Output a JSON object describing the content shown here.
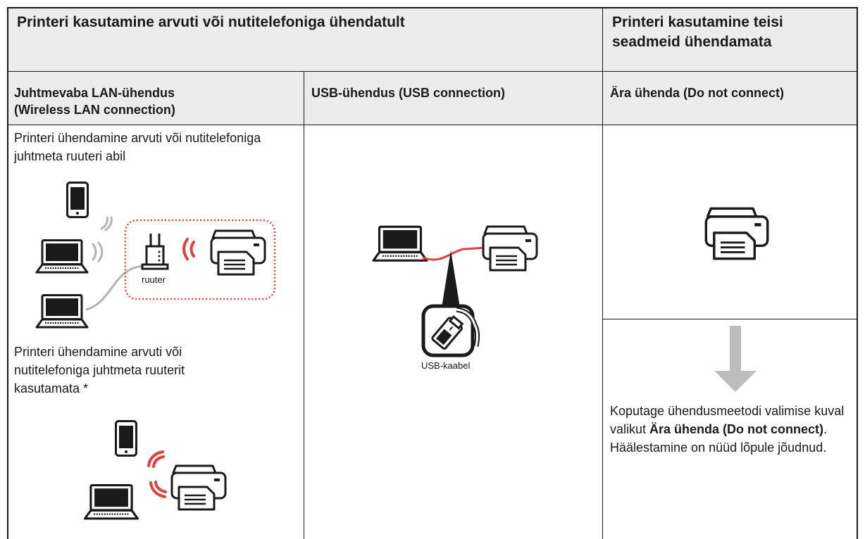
{
  "header": {
    "connected_title": "Printeri kasutamine arvuti või nutitelefoniga ühendatult",
    "not_connected_title": "Printeri kasutamine teisi seadmeid ühendamata"
  },
  "columns": {
    "wireless": {
      "title_line1": "Juhtmevaba LAN-ühendus",
      "title_line2": "(Wireless LAN connection)",
      "router_text": "Printeri ühendamine arvuti või nutitelefoniga juhtmeta ruuteri abil",
      "router_label": "ruuter",
      "direct_text": "Printeri ühendamine arvuti või nutitelefoniga juhtmeta ruuterit kasutamata *"
    },
    "usb": {
      "title": "USB-ühendus (USB connection)",
      "cable_label": "USB-kaabel"
    },
    "none": {
      "title": "Ära ühenda (Do not connect)",
      "instruction_pre": "Koputage ühendusmeetodi valimise kuval valikut ",
      "instruction_bold": "Ära ühenda (Do not connect)",
      "instruction_post": ". Häälestamine on nüüd lõpule jõudnud."
    }
  },
  "colors": {
    "header_bg": "#ececec",
    "accent_red": "#e0433f",
    "wave_gray": "#b4b4b4",
    "arrow_gray": "#bdbdbd",
    "border": "#1a1a1a"
  },
  "icons": [
    "smartphone-icon",
    "laptop-icon",
    "router-icon",
    "printer-icon",
    "wifi-wave-icon",
    "usb-plug-icon",
    "down-arrow-icon"
  ]
}
